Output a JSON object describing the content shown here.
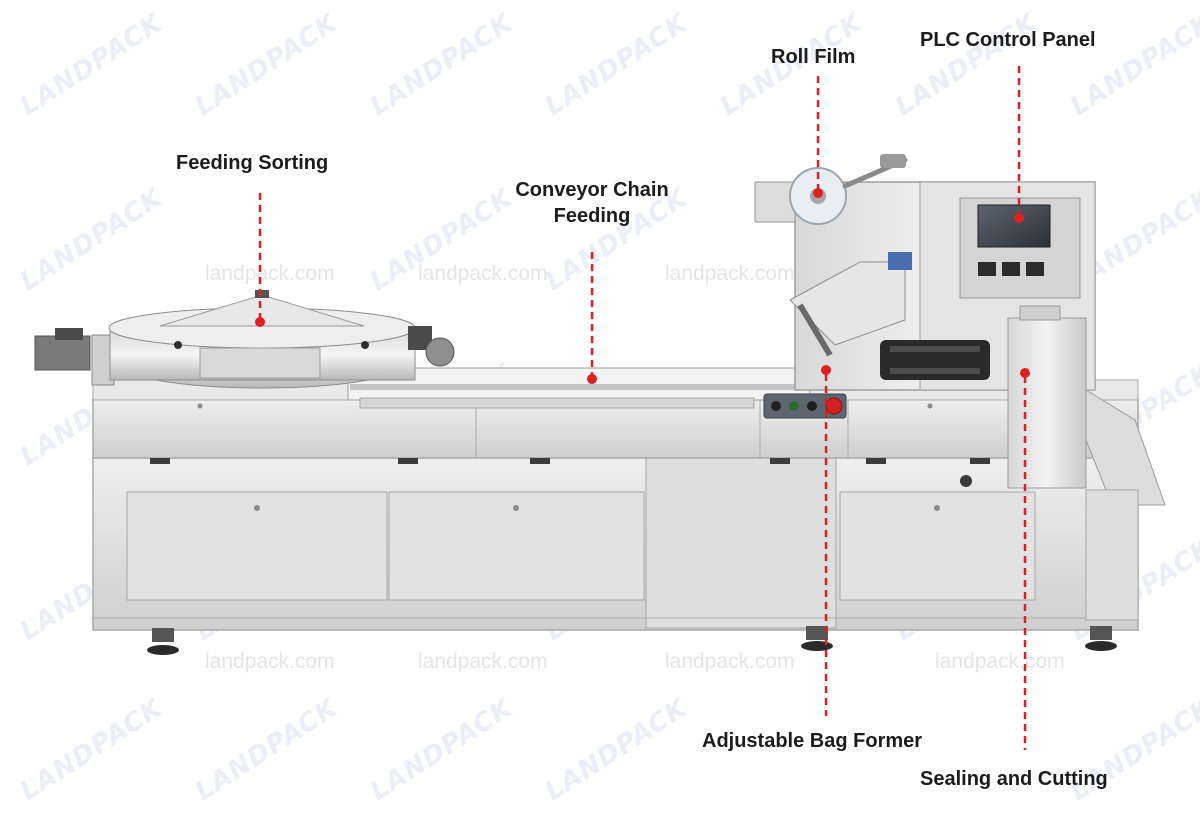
{
  "watermark": {
    "logo_text": "LANDPACK",
    "url_text": "landpack.com"
  },
  "callouts": {
    "feeding_sorting": "Feeding Sorting",
    "conveyor_chain_feeding_line1": "Conveyor Chain",
    "conveyor_chain_feeding_line2": "Feeding",
    "roll_film": "Roll Film",
    "plc_control_panel": "PLC Control Panel",
    "adjustable_bag_former": "Adjustable Bag Former",
    "sealing_and_cutting": "Sealing and Cutting"
  },
  "colors": {
    "leader_line": "#e02020",
    "steel_light": "#e6e6e6",
    "steel_mid": "#cfcfcf",
    "steel_dark": "#9a9a9a",
    "label_text": "#1c1c1c",
    "stop_button": "#d42020"
  }
}
